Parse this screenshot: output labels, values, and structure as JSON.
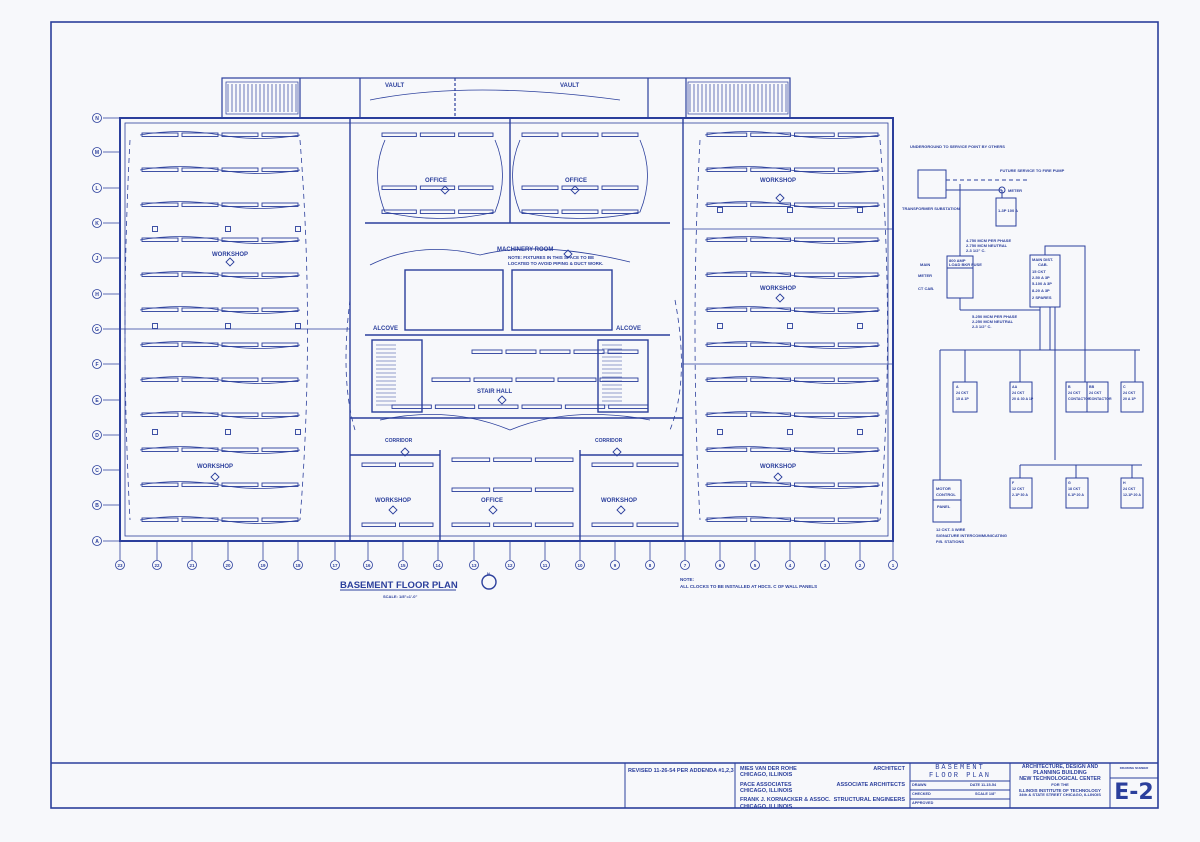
{
  "colors": {
    "ink": "#2b3f9c",
    "paper": "#f7f8fb"
  },
  "plan": {
    "title": "BASEMENT FLOOR PLAN",
    "scale": "SCALE: 1/8\"=1'-0\"",
    "north": "N",
    "note_title": "NOTE:",
    "note_text": "ALL CLOCKS TO BE INSTALLED AT HDCS. C OF WALL PANELS",
    "machinery_note_1": "NOTE: FIXTURES IN THIS SPACE TO BE",
    "machinery_note_2": "LOCATED TO AVOID PIPING & DUCT WORK.",
    "row_labels": [
      "N",
      "M",
      "L",
      "K",
      "J",
      "H",
      "G",
      "F",
      "E",
      "D",
      "C",
      "B",
      "A"
    ],
    "column_labels": [
      "23",
      "22",
      "21",
      "20",
      "19",
      "18",
      "17",
      "16",
      "15",
      "14",
      "13",
      "12",
      "11",
      "10",
      "9",
      "8",
      "7",
      "6",
      "5",
      "4",
      "3",
      "2",
      "1"
    ],
    "rooms": {
      "vault_1": "VAULT",
      "vault_2": "VAULT",
      "office_1": "OFFICE",
      "office_2": "OFFICE",
      "workshop_nw": "WORKSHOP",
      "workshop_ne1": "WORKSHOP",
      "workshop_ne2": "WORKSHOP",
      "machinery": "MACHINERY ROOM",
      "alcove_1": "ALCOVE",
      "alcove_2": "ALCOVE",
      "stair_hall": "STAIR HALL",
      "corridor_1": "CORRIDOR",
      "corridor_2": "CORRIDOR",
      "workshop_sw": "WORKSHOP",
      "workshop_se": "WORKSHOP",
      "workshop_s1": "WORKSHOP",
      "office_s": "OFFICE",
      "workshop_s2": "WORKSHOP"
    }
  },
  "riser": {
    "underground": "UNDERGROUND TO SERVICE POINT BY OTHERS",
    "future": "FUTURE SERVICE TO FIRE PUMP",
    "meter": "METER",
    "transformer": "TRANSFORMER SUBSTATION",
    "feeder_1": "4-750 MCM PER PHASE",
    "feeder_1b": "2-750 MCM NEUTRAL",
    "feeder_1c": "2-3 1/2\" C.",
    "main_sw_1": "800 AMP",
    "main_sw_2": "LOAD BKR FUSE",
    "main_label": "MAIN",
    "meter_label": "METER",
    "ct_label": "CT CAB.",
    "feeder_2": "5-250 MCM PER PHASE",
    "feeder_2b": "2-250 MCM NEUTRAL",
    "feeder_2c": "2-3 1/2\" C.",
    "main_dist_1": "MAIN DIST.",
    "main_dist_2": "CAB.",
    "main_dist_3": "15 CKT",
    "main_dist_4": "2-50 A 3P",
    "main_dist_5": "5-100 A 3P",
    "main_dist_6": "8-20 A 3P",
    "main_dist_7": "2 SPARES",
    "fire_pump_box": "1-3P 100 A",
    "panels": [
      {
        "name": "A",
        "l1": "24 CKT",
        "l2": "15 A 1P"
      },
      {
        "name": "AA",
        "l1": "24 CKT",
        "l2": "20 & 30 A 1P"
      },
      {
        "name": "B",
        "l1": "24 CKT",
        "l2": "CONTACTOR"
      },
      {
        "name": "BB",
        "l1": "24 CKT",
        "l2": "CONTACTOR"
      },
      {
        "name": "C",
        "l1": "24 CKT",
        "l2": "20 A 1P"
      }
    ],
    "lower_panels": [
      {
        "name": "F",
        "l1": "12 CKT",
        "l2": "2-1P 30 A"
      },
      {
        "name": "G",
        "l1": "18 CKT",
        "l2": "6-1P 20 A"
      },
      {
        "name": "H",
        "l1": "24 CKT",
        "l2": "12-1P 20 A"
      }
    ],
    "motor_control_1": "MOTOR",
    "motor_control_2": "CONTROL",
    "motor_control_3": "PANEL",
    "legend_1": "12 CKT. 3 WIRE",
    "legend_2": "SIGNATURE INTERCOMMUNICATING",
    "legend_3": "P.B. STATIONS"
  },
  "title_block": {
    "revision": "REVISED 11-26-54 PER ADDENDA #1,2,3",
    "architect_name": "MIES VAN DER ROHE",
    "architect_city": "CHICAGO, ILLINOIS",
    "architect_role": "ARCHITECT",
    "assoc_name": "PACE ASSOCIATES",
    "assoc_city": "CHICAGO, ILLINOIS",
    "assoc_role": "ASSOCIATE ARCHITECTS",
    "struct_name": "FRANK J. KORNACKER & ASSOC.",
    "struct_city": "CHICAGO, ILLINOIS",
    "struct_role": "STRUCTURAL ENGINEERS",
    "drawing_title_1": "BASEMENT",
    "drawing_title_2": "FLOOR PLAN",
    "drawn_label": "DRAWN",
    "date_label": "DATE 11-15-54",
    "checked_label": "CHECKED",
    "scale_label": "SCALE 1/8\"",
    "approved_label": "APPROVED",
    "project_1": "ARCHITECTURE, DESIGN AND",
    "project_2": "PLANNING BUILDING",
    "project_3": "NEW TECHNOLOGICAL CENTER",
    "project_4": "FOR THE",
    "project_5": "ILLINOIS INSTITUTE OF TECHNOLOGY",
    "project_6": "34th & STATE STREET CHICAGO, ILLINOIS",
    "drawing_number_label": "DRAWING NUMBER",
    "drawing_number": "E-2"
  }
}
